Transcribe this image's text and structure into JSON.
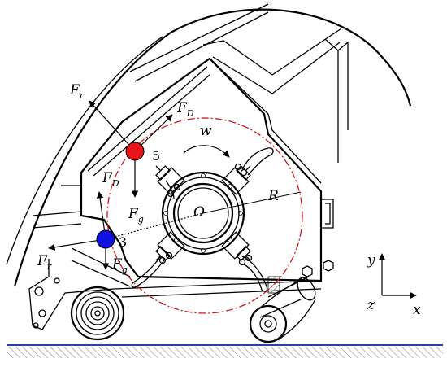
{
  "labels": {
    "fr_top": "F",
    "fr_top_sub": "r",
    "fd_top": "F",
    "fd_top_sub": "D",
    "fg_top": "F",
    "fg_top_sub": "g",
    "fd_bot": "F",
    "fd_bot_sub": "D",
    "fr_bot": "F",
    "fr_bot_sub": "r",
    "fg_bot": "F",
    "fg_bot_sub": "g",
    "particle_5": "5",
    "particle_3": "3",
    "omega": "w",
    "center": "O",
    "radius": "R",
    "axis_y": "y",
    "axis_z": "z",
    "axis_x": "x"
  },
  "colors": {
    "particle_5": "#e8141b",
    "particle_3": "#1010e0",
    "path_circle": "#d4141b",
    "ground_line": "#2a3ad8",
    "ground_hatch": "#8a8a8a"
  },
  "icons": {
    "particle_5": "red-particle-icon",
    "particle_3": "blue-particle-icon",
    "rotation": "rotation-arrow-icon"
  }
}
